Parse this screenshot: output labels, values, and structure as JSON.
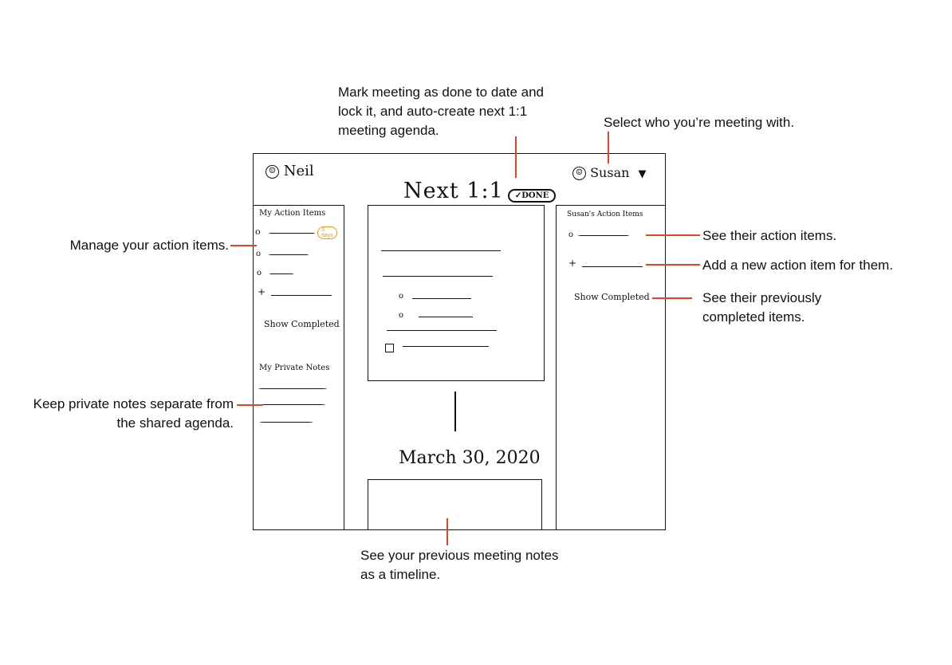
{
  "wireframe": {
    "user_name": "Neil",
    "title": "Next 1:1",
    "done_label": "✓DONE",
    "partner_name": "Susan",
    "left_panel": {
      "action_items_title": "My Action Items",
      "badge_label": "3 days",
      "add_symbol": "+",
      "show_completed": "Show Completed",
      "private_notes_title": "My Private Notes"
    },
    "right_panel": {
      "action_items_title": "Susan's Action Items",
      "add_symbol": "+",
      "show_completed": "Show Completed"
    },
    "timeline_date": "March 30, 2020"
  },
  "annotations": {
    "done": "Mark meeting as done to date and lock it, and auto-create next 1:1 meeting agenda.",
    "select_partner": "Select who you’re meeting with.",
    "manage_items": "Manage your action items.",
    "their_items": "See their action items.",
    "add_item": "Add a new action item for them.",
    "completed": "See their previously completed items.",
    "private_notes": "Keep private notes separate from the shared agenda.",
    "timeline": "See your previous meeting notes as a timeline."
  },
  "colors": {
    "leader": "#e0442a",
    "badge": "#e69b1d",
    "ink": "#111111"
  }
}
